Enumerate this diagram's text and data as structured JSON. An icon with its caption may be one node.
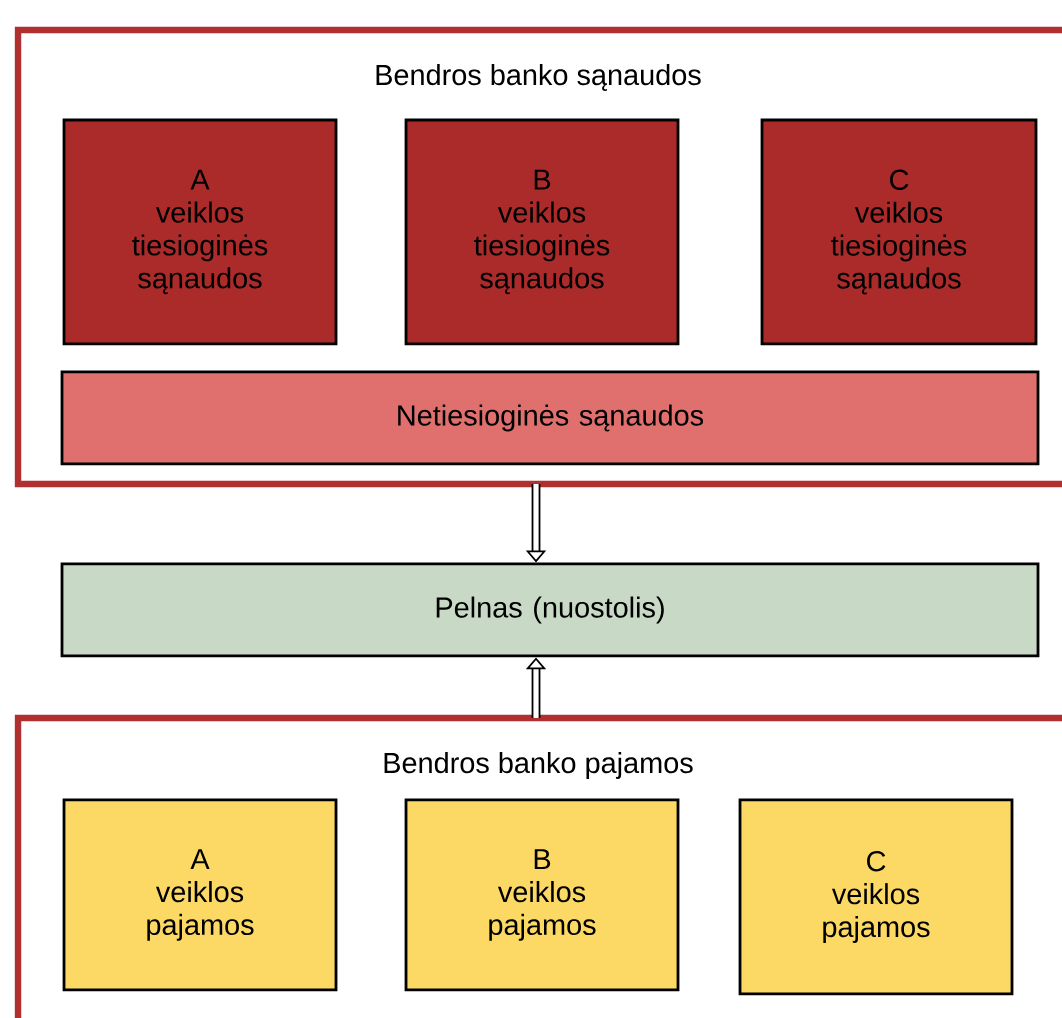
{
  "diagram": {
    "nodes": [
      {
        "text": [
          "Bendros banko sąnaudos"
        ]
      },
      {
        "text": [
          "A",
          "veiklos tiesioginės sąnaudos"
        ],
        "in": 0
      },
      {
        "text": [
          "B",
          "veiklos tiesioginės sąnaudos"
        ],
        "in": 0
      },
      {
        "text": [
          "C",
          "veiklos tiesioginės sąnaudos"
        ],
        "in": 0
      },
      {
        "text": [
          "Netiesioginės sąnaudos"
        ],
        "in": 0
      },
      {
        "text": [
          "Pelnas (nuostolis)"
        ]
      },
      {
        "text": [
          "Bendros banko pajamos"
        ]
      },
      {
        "text": [
          "A",
          "veiklos pajamos"
        ],
        "in": 6
      },
      {
        "text": [
          "B",
          "veiklos pajamos"
        ],
        "in": 6
      },
      {
        "text": [
          "C",
          "veiklos pajamos"
        ],
        "in": 6
      }
    ],
    "edges": [
      {
        "from": 0,
        "to": 5,
        "arrow": "to"
      },
      {
        "from": 6,
        "to": 5,
        "arrow": "to"
      }
    ]
  }
}
